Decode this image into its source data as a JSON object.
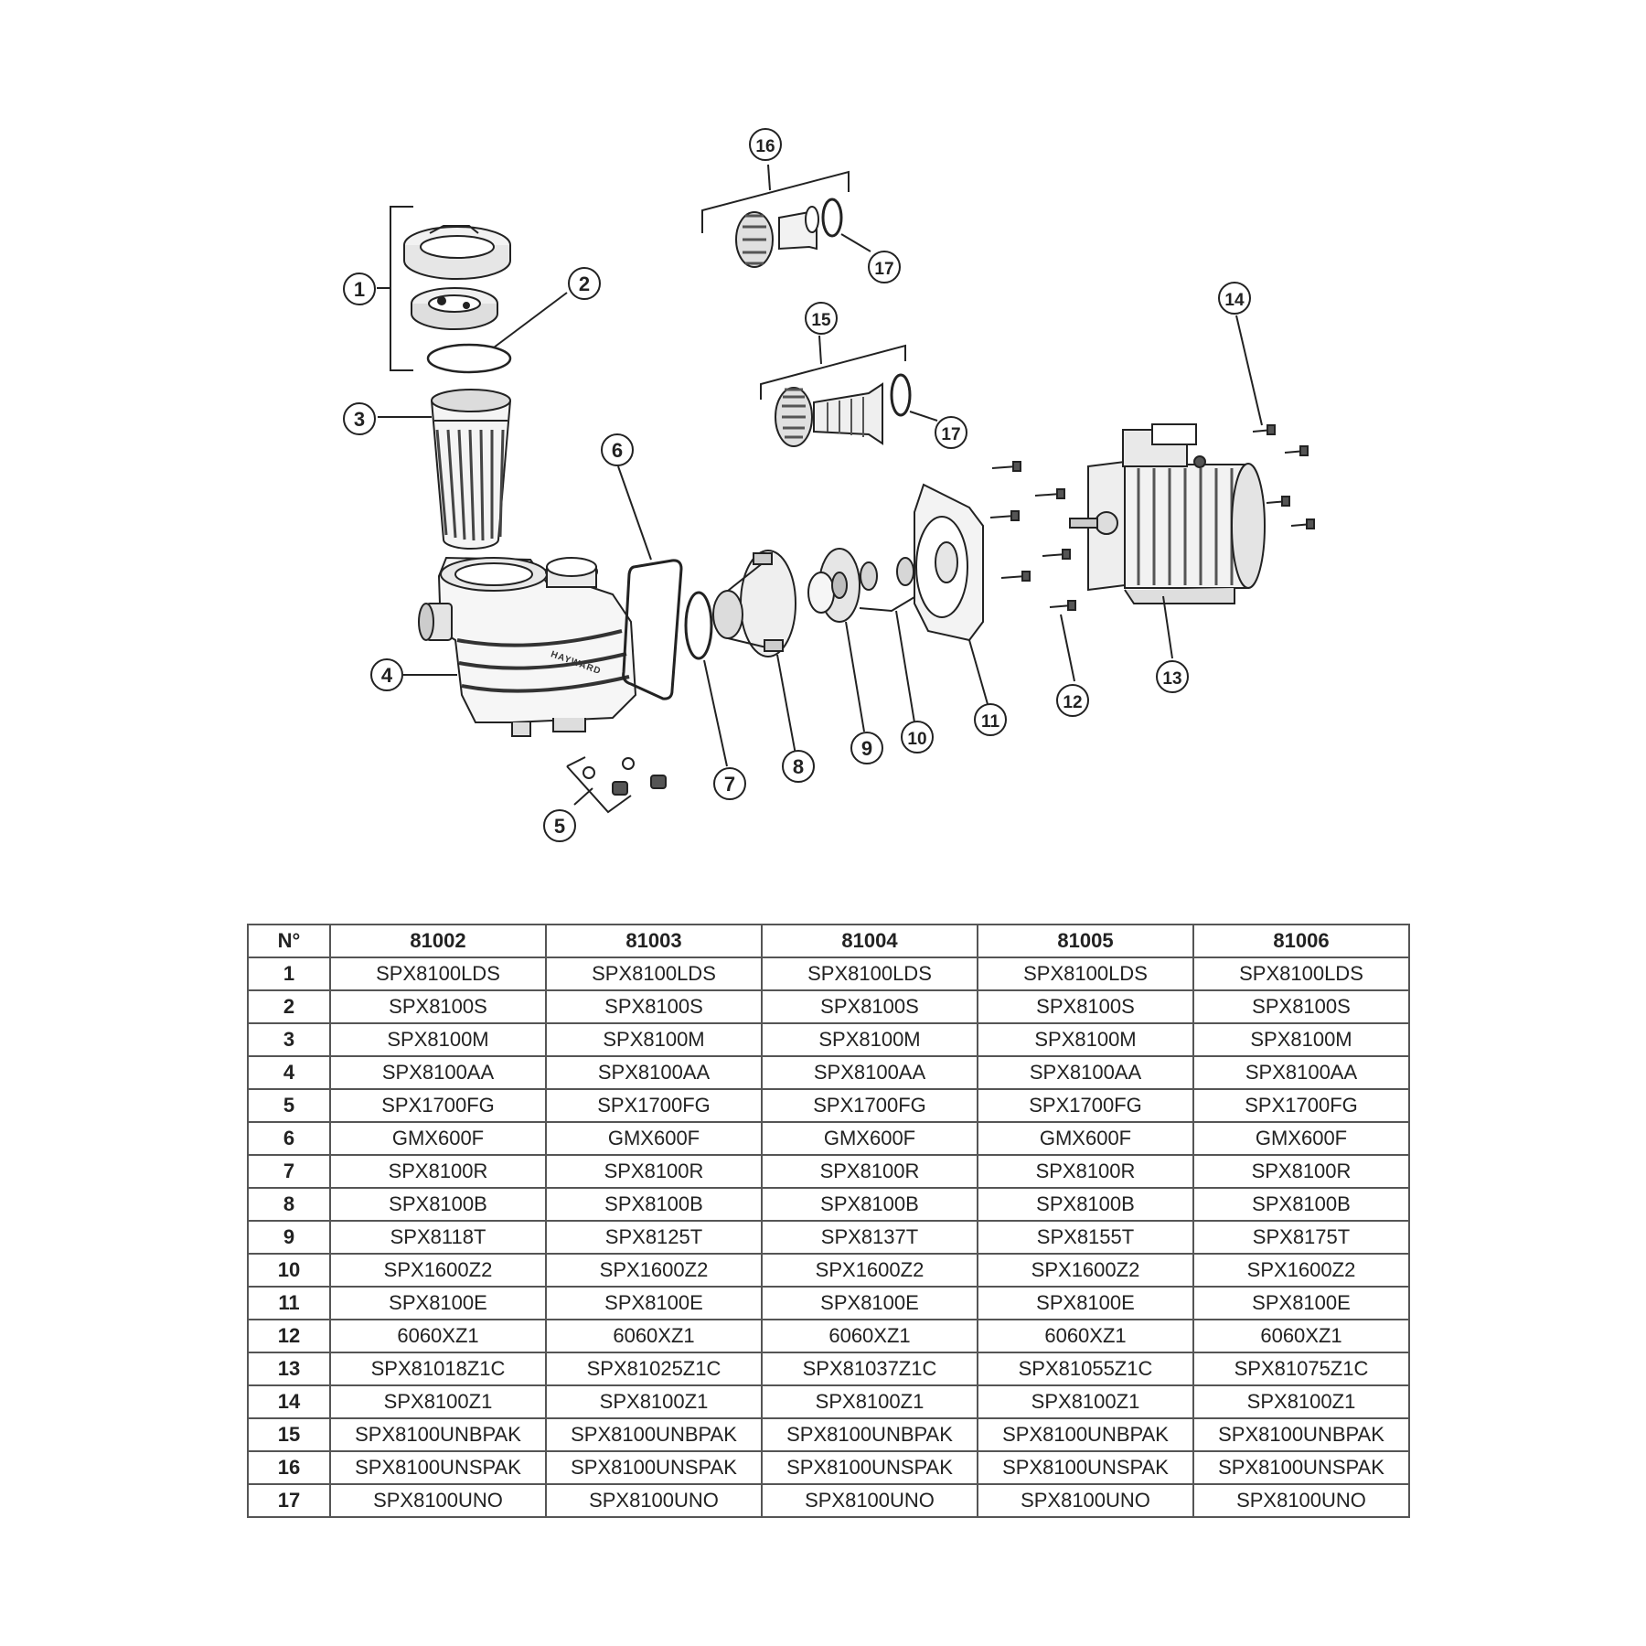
{
  "diagram": {
    "callouts": [
      "1",
      "2",
      "3",
      "4",
      "5",
      "6",
      "7",
      "8",
      "9",
      "10",
      "11",
      "12",
      "13",
      "14",
      "15",
      "16",
      "17",
      "17"
    ],
    "brand_text": "HAYWARD"
  },
  "table": {
    "headers": [
      "N°",
      "81002",
      "81003",
      "81004",
      "81005",
      "81006"
    ],
    "rows": [
      [
        "1",
        "SPX8100LDS",
        "SPX8100LDS",
        "SPX8100LDS",
        "SPX8100LDS",
        "SPX8100LDS"
      ],
      [
        "2",
        "SPX8100S",
        "SPX8100S",
        "SPX8100S",
        "SPX8100S",
        "SPX8100S"
      ],
      [
        "3",
        "SPX8100M",
        "SPX8100M",
        "SPX8100M",
        "SPX8100M",
        "SPX8100M"
      ],
      [
        "4",
        "SPX8100AA",
        "SPX8100AA",
        "SPX8100AA",
        "SPX8100AA",
        "SPX8100AA"
      ],
      [
        "5",
        "SPX1700FG",
        "SPX1700FG",
        "SPX1700FG",
        "SPX1700FG",
        "SPX1700FG"
      ],
      [
        "6",
        "GMX600F",
        "GMX600F",
        "GMX600F",
        "GMX600F",
        "GMX600F"
      ],
      [
        "7",
        "SPX8100R",
        "SPX8100R",
        "SPX8100R",
        "SPX8100R",
        "SPX8100R"
      ],
      [
        "8",
        "SPX8100B",
        "SPX8100B",
        "SPX8100B",
        "SPX8100B",
        "SPX8100B"
      ],
      [
        "9",
        "SPX8118T",
        "SPX8125T",
        "SPX8137T",
        "SPX8155T",
        "SPX8175T"
      ],
      [
        "10",
        "SPX1600Z2",
        "SPX1600Z2",
        "SPX1600Z2",
        "SPX1600Z2",
        "SPX1600Z2"
      ],
      [
        "11",
        "SPX8100E",
        "SPX8100E",
        "SPX8100E",
        "SPX8100E",
        "SPX8100E"
      ],
      [
        "12",
        "6060XZ1",
        "6060XZ1",
        "6060XZ1",
        "6060XZ1",
        "6060XZ1"
      ],
      [
        "13",
        "SPX81018Z1C",
        "SPX81025Z1C",
        "SPX81037Z1C",
        "SPX81055Z1C",
        "SPX81075Z1C"
      ],
      [
        "14",
        "SPX8100Z1",
        "SPX8100Z1",
        "SPX8100Z1",
        "SPX8100Z1",
        "SPX8100Z1"
      ],
      [
        "15",
        "SPX8100UNBPAK",
        "SPX8100UNBPAK",
        "SPX8100UNBPAK",
        "SPX8100UNBPAK",
        "SPX8100UNBPAK"
      ],
      [
        "16",
        "SPX8100UNSPAK",
        "SPX8100UNSPAK",
        "SPX8100UNSPAK",
        "SPX8100UNSPAK",
        "SPX8100UNSPAK"
      ],
      [
        "17",
        "SPX8100UNO",
        "SPX8100UNO",
        "SPX8100UNO",
        "SPX8100UNO",
        "SPX8100UNO"
      ]
    ]
  }
}
